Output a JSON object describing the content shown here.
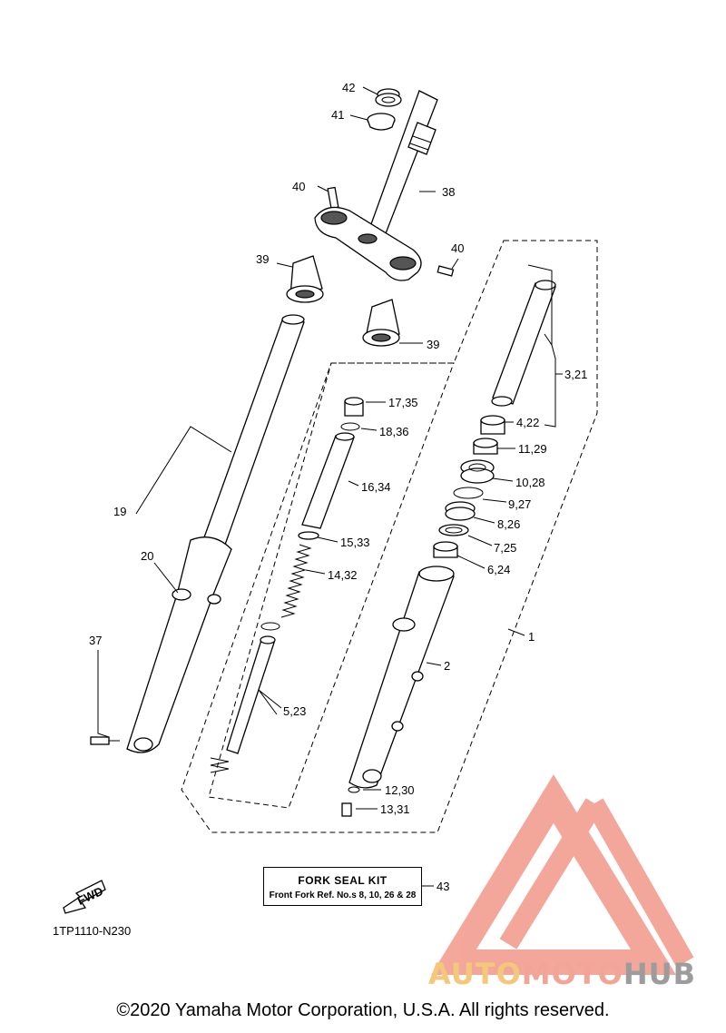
{
  "labels": {
    "l42": "42",
    "l41": "41",
    "l40a": "40",
    "l38": "38",
    "l40b": "40",
    "l39a": "39",
    "l39b": "39",
    "l3_21": "3,21",
    "l4_22": "4,22",
    "l17_35": "17,35",
    "l18_36": "18,36",
    "l11_29": "11,29",
    "l10_28": "10,28",
    "l16_34": "16,34",
    "l9_27": "9,27",
    "l8_26": "8,26",
    "l15_33": "15,33",
    "l7_25": "7,25",
    "l19": "19",
    "l20": "20",
    "l14_32": "14,32",
    "l6_24": "6,24",
    "l1": "1",
    "l37": "37",
    "l2": "2",
    "l5_23": "5,23",
    "l12_30": "12,30",
    "l13_31": "13,31",
    "l43": "43"
  },
  "kit": {
    "title": "FORK SEAL KIT",
    "ref": "Front Fork Ref. No.s  8, 10, 26 & 28"
  },
  "fwd": "FWD",
  "diagram_code": "1TP1110-N230",
  "copyright": "©2020 Yamaha Motor Corporation, U.S.A. All rights reserved.",
  "watermark": {
    "part1": "AUTO",
    "part2": "MOTO",
    "part3": "HUB",
    "colors": {
      "auto": "#f4c87a",
      "moto": "#f2a596",
      "hub": "#9c9c9c",
      "logo": "#f08070"
    }
  }
}
